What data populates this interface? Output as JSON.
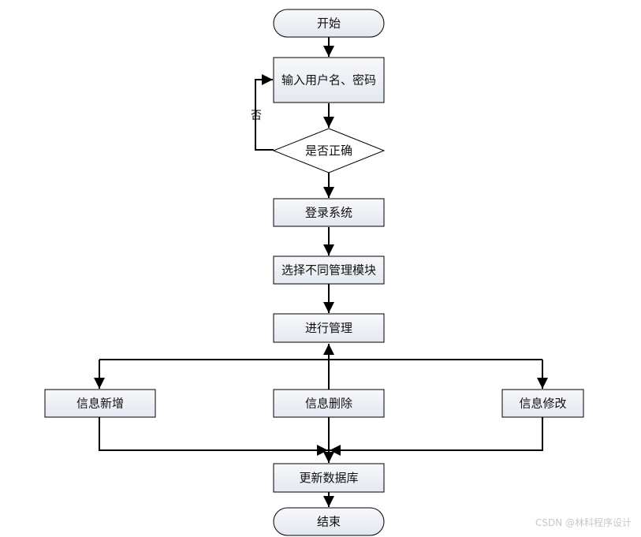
{
  "diagram": {
    "nodes": {
      "start": "开始",
      "input": "输入用户名、密码",
      "check": "是否正确",
      "login": "登录系统",
      "select": "选择不同管理模块",
      "manage": "进行管理",
      "add": "信息新增",
      "delete": "信息删除",
      "modify": "信息修改",
      "update": "更新数据库",
      "end": "结束"
    },
    "edge_labels": {
      "no": "否"
    },
    "colors": {
      "node_fill_top": "#f7f8fb",
      "node_fill_bottom": "#e4e8f1",
      "stroke": "#000000"
    }
  },
  "watermark": "CSDN @林科程序设计"
}
